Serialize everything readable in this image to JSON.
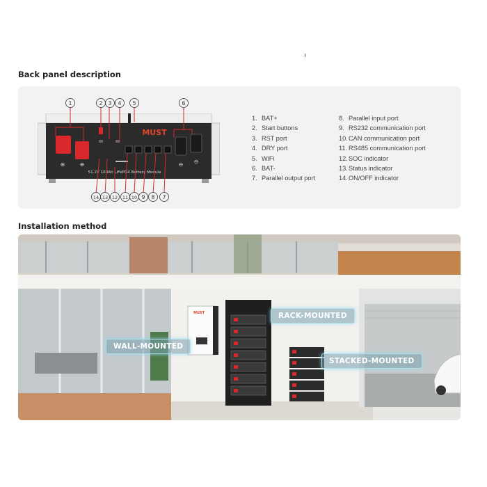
{
  "sections": {
    "back_panel_title": "Back panel description",
    "installation_title": "Installation method"
  },
  "device": {
    "brand": "MUST",
    "label": "51.2V 100Ah LiFePO4 Battery Module"
  },
  "callouts_top": [
    "1",
    "2",
    "3",
    "4",
    "5",
    "6"
  ],
  "callouts_bottom": [
    "14",
    "13",
    "12",
    "11",
    "10",
    "9",
    "8",
    "7"
  ],
  "legend_left": [
    {
      "num": "1.",
      "text": "BAT+"
    },
    {
      "num": "2.",
      "text": "Start buttons"
    },
    {
      "num": "3.",
      "text": "RST port"
    },
    {
      "num": "4.",
      "text": "DRY port"
    },
    {
      "num": "5.",
      "text": "WiFi"
    },
    {
      "num": "6.",
      "text": "BAT-"
    },
    {
      "num": "7.",
      "text": "Parallel output port"
    }
  ],
  "legend_right": [
    {
      "num": "8.",
      "text": "Parallel input port"
    },
    {
      "num": "9.",
      "text": "RS232 communication port"
    },
    {
      "num": "10.",
      "text": "CAN communication port"
    },
    {
      "num": "11.",
      "text": "RS485 communication port"
    },
    {
      "num": "12.",
      "text": "SOC indicator"
    },
    {
      "num": "13.",
      "text": "Status indicator"
    },
    {
      "num": "14.",
      "text": "ON/OFF indicator"
    }
  ],
  "tags": {
    "wall": "WALL-MOUNTED",
    "rack": "RACK-MOUNTED",
    "stacked": "STACKED-MOUNTED"
  },
  "colors": {
    "terminal_red": "#d8282b",
    "device_dark": "#2b2b2b",
    "brand_orange": "#e2452a"
  }
}
